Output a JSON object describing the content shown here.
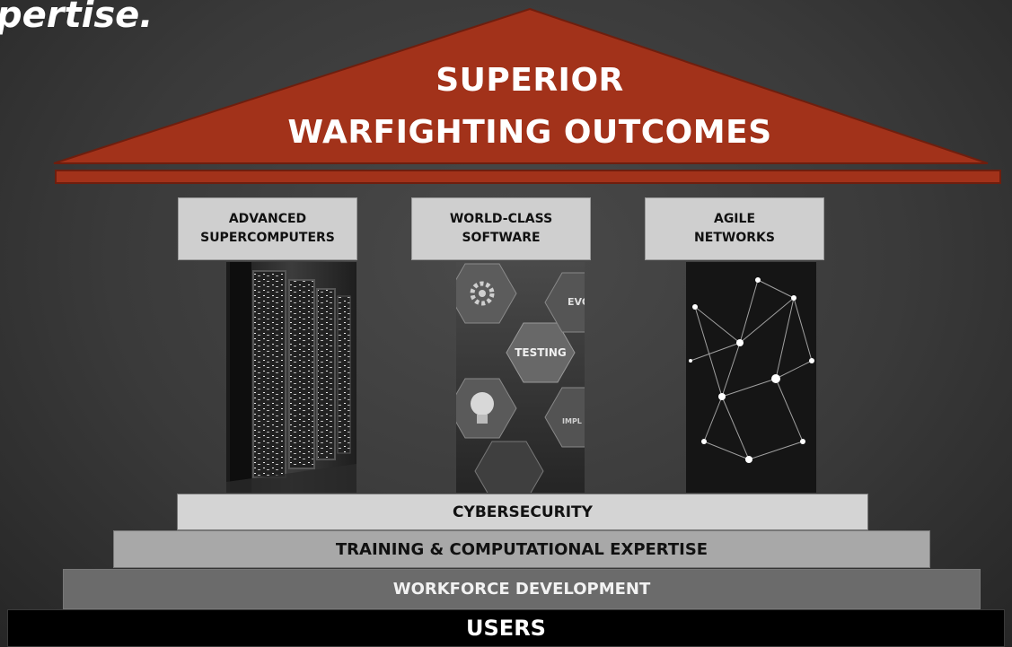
{
  "heading_fragment": "pertise.",
  "roof": {
    "line1": "SUPERIOR",
    "line2": "WARFIGHTING OUTCOMES",
    "color": "#a2321a"
  },
  "pillars": [
    {
      "line1": "ADVANCED",
      "line2": "SUPERCOMPUTERS",
      "image": "server-racks"
    },
    {
      "line1": "WORLD-CLASS",
      "line2": "SOFTWARE",
      "image": "software-hexagons",
      "image_text": [
        "TESTING",
        "EVO",
        "IMPL"
      ]
    },
    {
      "line1": "AGILE",
      "line2": "NETWORKS",
      "image": "network-nodes"
    }
  ],
  "foundation": {
    "cybersecurity": "CYBERSECURITY",
    "training": "TRAINING & COMPUTATIONAL EXPERTISE",
    "workforce": "WORKFORCE DEVELOPMENT",
    "users": "USERS"
  }
}
